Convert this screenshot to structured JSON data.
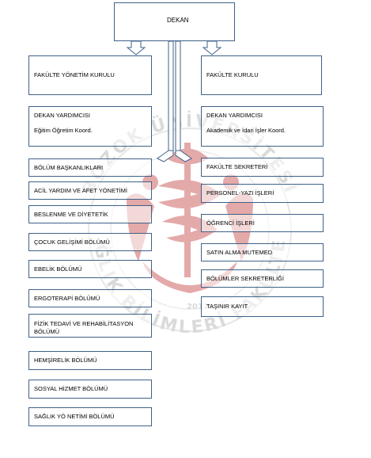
{
  "top": {
    "dean": "DEKAN"
  },
  "governance": {
    "board": "FAKÜLTE YÖNETİM KURULU",
    "council": "FAKÜLTE KURULU"
  },
  "deputies": {
    "left": {
      "title": "DEKAN YARDIMCISI",
      "role": "Eğitim Öğretim Koord."
    },
    "right": {
      "title": "DEKAN YARDIMCISI",
      "role": "Akademik ve İdari İşler Koord."
    }
  },
  "left_column": [
    "BÖLÜM BAŞKANLIKLARI",
    "ACİL YARDIM VE AFET YÖNETİMİ",
    "BESLENME VE DİYETETİK",
    "ÇOCUK GELİŞİMİ BÖLÜMÜ",
    "EBELİK BÖLÜMÜ",
    "ERGOTERAPİ BÖLÜMÜ",
    "FİZİK TEDAVİ VE REHABİLİTASYON BÖLÜMÜ",
    "HEMŞİRELİK BÖLÜMÜ",
    "SOSYAL HİZMET BÖLÜMÜ",
    "SAĞLIK YÖ NETİMİ BÖLÜMÜ"
  ],
  "right_column": [
    "FAKÜLTE SEKRETERİ",
    "PERSONEL-YAZI İŞLERİ",
    "ÖĞRENCİ İŞLERİ",
    "SATIN ALMA MUTEMED",
    "BÖLÜMLER SEKRETERLİĞİ",
    "TAŞINIR KAYIT"
  ],
  "watermark": {
    "arc_top": "BOZOK ÜNİVERSİTESİ",
    "arc_bottom": "SAĞLIK BİLİMLERİ FAKÜLTESİ",
    "year": "2017"
  },
  "colors": {
    "box_border": "#3f6289",
    "connector": "#3f6289",
    "watermark_red": "#e2a0a0",
    "watermark_grey": "#d7d7d7"
  }
}
